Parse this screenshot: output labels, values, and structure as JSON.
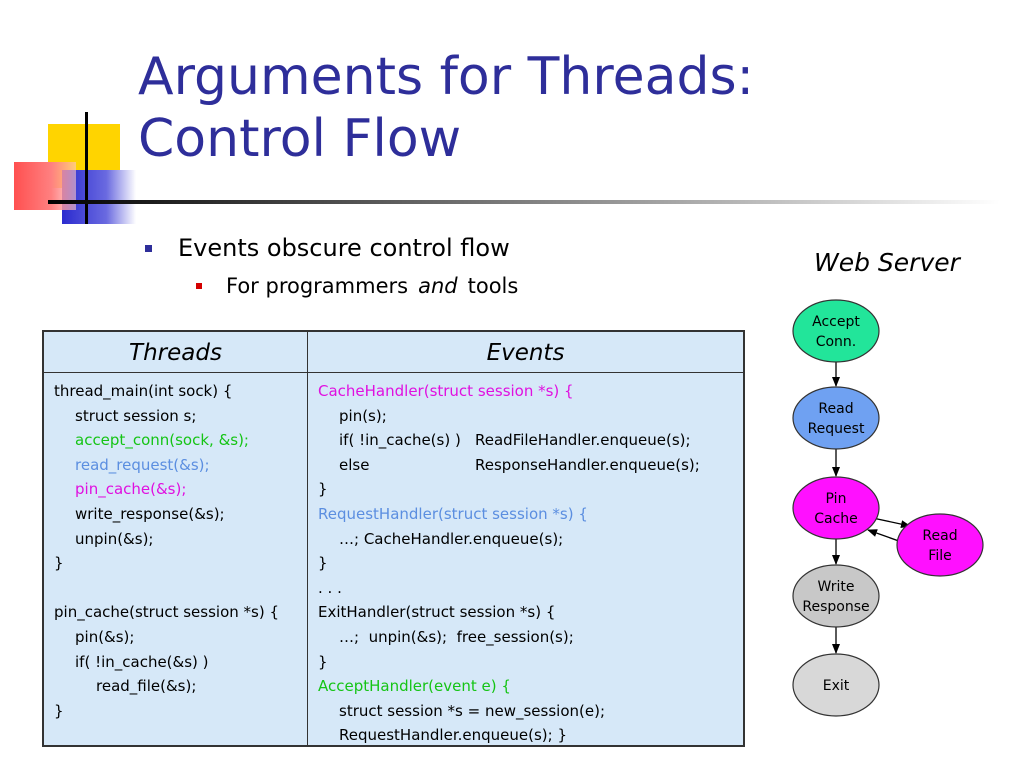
{
  "slide": {
    "title_lines": [
      "Arguments for Threads:",
      "Control Flow"
    ],
    "bullet_1": "Events obscure control flow",
    "bullet_2_pre": "For programmers",
    "bullet_2_em": "and",
    "bullet_2_post": "tools"
  },
  "table": {
    "col1_header": "Threads",
    "col2_header": "Events",
    "col1_lines": [
      {
        "text": "thread_main(int sock) {",
        "indent": 0,
        "color": "#000000"
      },
      {
        "text": "struct session s;",
        "indent": 1,
        "color": "#000000"
      },
      {
        "text": "accept_conn(sock, &s);",
        "indent": 1,
        "color": "#15c415"
      },
      {
        "text": "read_request(&s);",
        "indent": 1,
        "color": "#5b8ee0"
      },
      {
        "text": "pin_cache(&s);",
        "indent": 1,
        "color": "#e010e0"
      },
      {
        "text": "write_response(&s);",
        "indent": 1,
        "color": "#000000"
      },
      {
        "text": "unpin(&s);",
        "indent": 1,
        "color": "#000000"
      },
      {
        "text": "}",
        "indent": 0,
        "color": "#000000"
      },
      {
        "text": "",
        "indent": 0,
        "color": "#000000"
      },
      {
        "text": "pin_cache(struct session *s) {",
        "indent": 0,
        "color": "#000000"
      },
      {
        "text": "pin(&s);",
        "indent": 1,
        "color": "#000000"
      },
      {
        "text": "if( !in_cache(&s) )",
        "indent": 1,
        "color": "#000000"
      },
      {
        "text": "read_file(&s);",
        "indent": 2,
        "color": "#000000"
      },
      {
        "text": "}",
        "indent": 0,
        "color": "#000000"
      }
    ],
    "col2_lines": [
      {
        "text": "CacheHandler(struct session *s) {",
        "indent": 0,
        "color": "#e010e0"
      },
      {
        "text": "pin(s);",
        "indent": 1,
        "color": "#000000"
      },
      {
        "text": "if( !in_cache(s) )",
        "tail": "ReadFileHandler.enqueue(s);",
        "indent": 1,
        "color": "#000000"
      },
      {
        "text": "else",
        "tail": "ResponseHandler.enqueue(s);",
        "indent": 1,
        "color": "#000000"
      },
      {
        "text": "}",
        "indent": 0,
        "color": "#000000"
      },
      {
        "text": "RequestHandler(struct session *s) {",
        "indent": 0,
        "color": "#5b8ee0"
      },
      {
        "text": "…; CacheHandler.enqueue(s);",
        "indent": 1,
        "color": "#000000"
      },
      {
        "text": "}",
        "indent": 0,
        "color": "#000000"
      },
      {
        "text": ". . .",
        "indent": 0,
        "color": "#000000"
      },
      {
        "text": "ExitHandler(struct session *s) {",
        "indent": 0,
        "color": "#000000"
      },
      {
        "text": "…;  unpin(&s);  free_session(s);",
        "indent": 1,
        "color": "#000000"
      },
      {
        "text": "}",
        "indent": 0,
        "color": "#000000"
      },
      {
        "text": "AcceptHandler(event e) {",
        "indent": 0,
        "color": "#15c415"
      },
      {
        "text": "struct session *s = new_session(e);",
        "indent": 1,
        "color": "#000000"
      },
      {
        "text": "RequestHandler.enqueue(s); }",
        "indent": 1,
        "color": "#000000"
      }
    ]
  },
  "diagram": {
    "title": "Web Server",
    "nodes": [
      {
        "id": "accept",
        "lines": [
          "Accept",
          "Conn."
        ],
        "fill": "#22e59a"
      },
      {
        "id": "read",
        "lines": [
          "Read",
          "Request"
        ],
        "fill": "#6fa1f2"
      },
      {
        "id": "pin",
        "lines": [
          "Pin",
          "Cache"
        ],
        "fill": "#ff10ff"
      },
      {
        "id": "readfile",
        "lines": [
          "Read",
          "File"
        ],
        "fill": "#ff10ff"
      },
      {
        "id": "write",
        "lines": [
          "Write",
          "Response"
        ],
        "fill": "#c8c8c8"
      },
      {
        "id": "exit",
        "lines": [
          "Exit"
        ],
        "fill": "#d8d8d8"
      }
    ]
  }
}
